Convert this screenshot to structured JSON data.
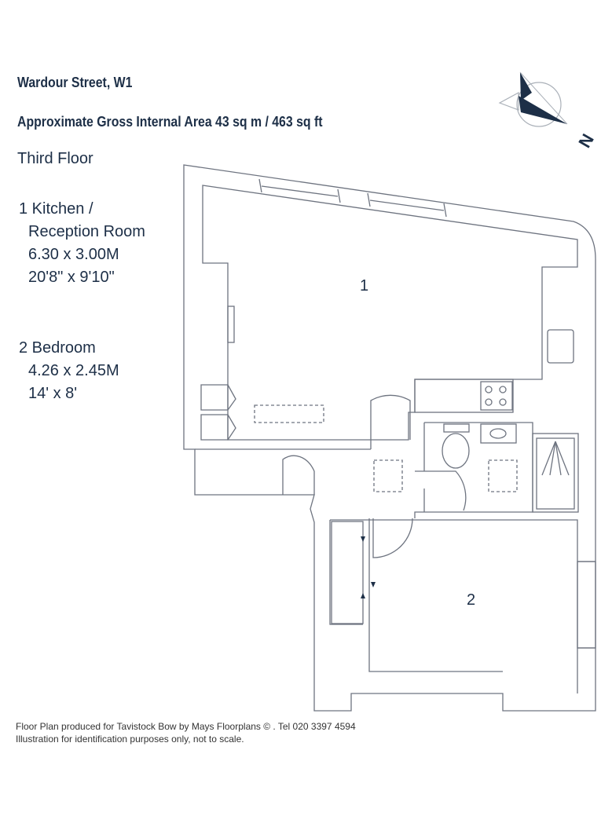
{
  "header": {
    "address": "Wardour Street, W1",
    "area": "Approximate Gross Internal Area 43 sq m /  463 sq ft",
    "floor": "Third Floor"
  },
  "rooms": [
    {
      "number": "1",
      "name_line1": "1 Kitchen /",
      "name_line2": "Reception Room",
      "metric": "6.30 x 3.00M",
      "imperial": "20'8\" x 9'10\""
    },
    {
      "number": "2",
      "name_line1": "2 Bedroom",
      "metric": "4.26 x 2.45M",
      "imperial": "14' x 8'"
    }
  ],
  "compass": {
    "label": "N"
  },
  "footer": {
    "line1": "Floor Plan produced for Tavistock Bow  by Mays Floorplans  © . Tel 020 3397 4594",
    "line2": "Illustration for identification purposes only, not to scale."
  },
  "colors": {
    "text": "#1d2f47",
    "wall": "#6e7480"
  }
}
